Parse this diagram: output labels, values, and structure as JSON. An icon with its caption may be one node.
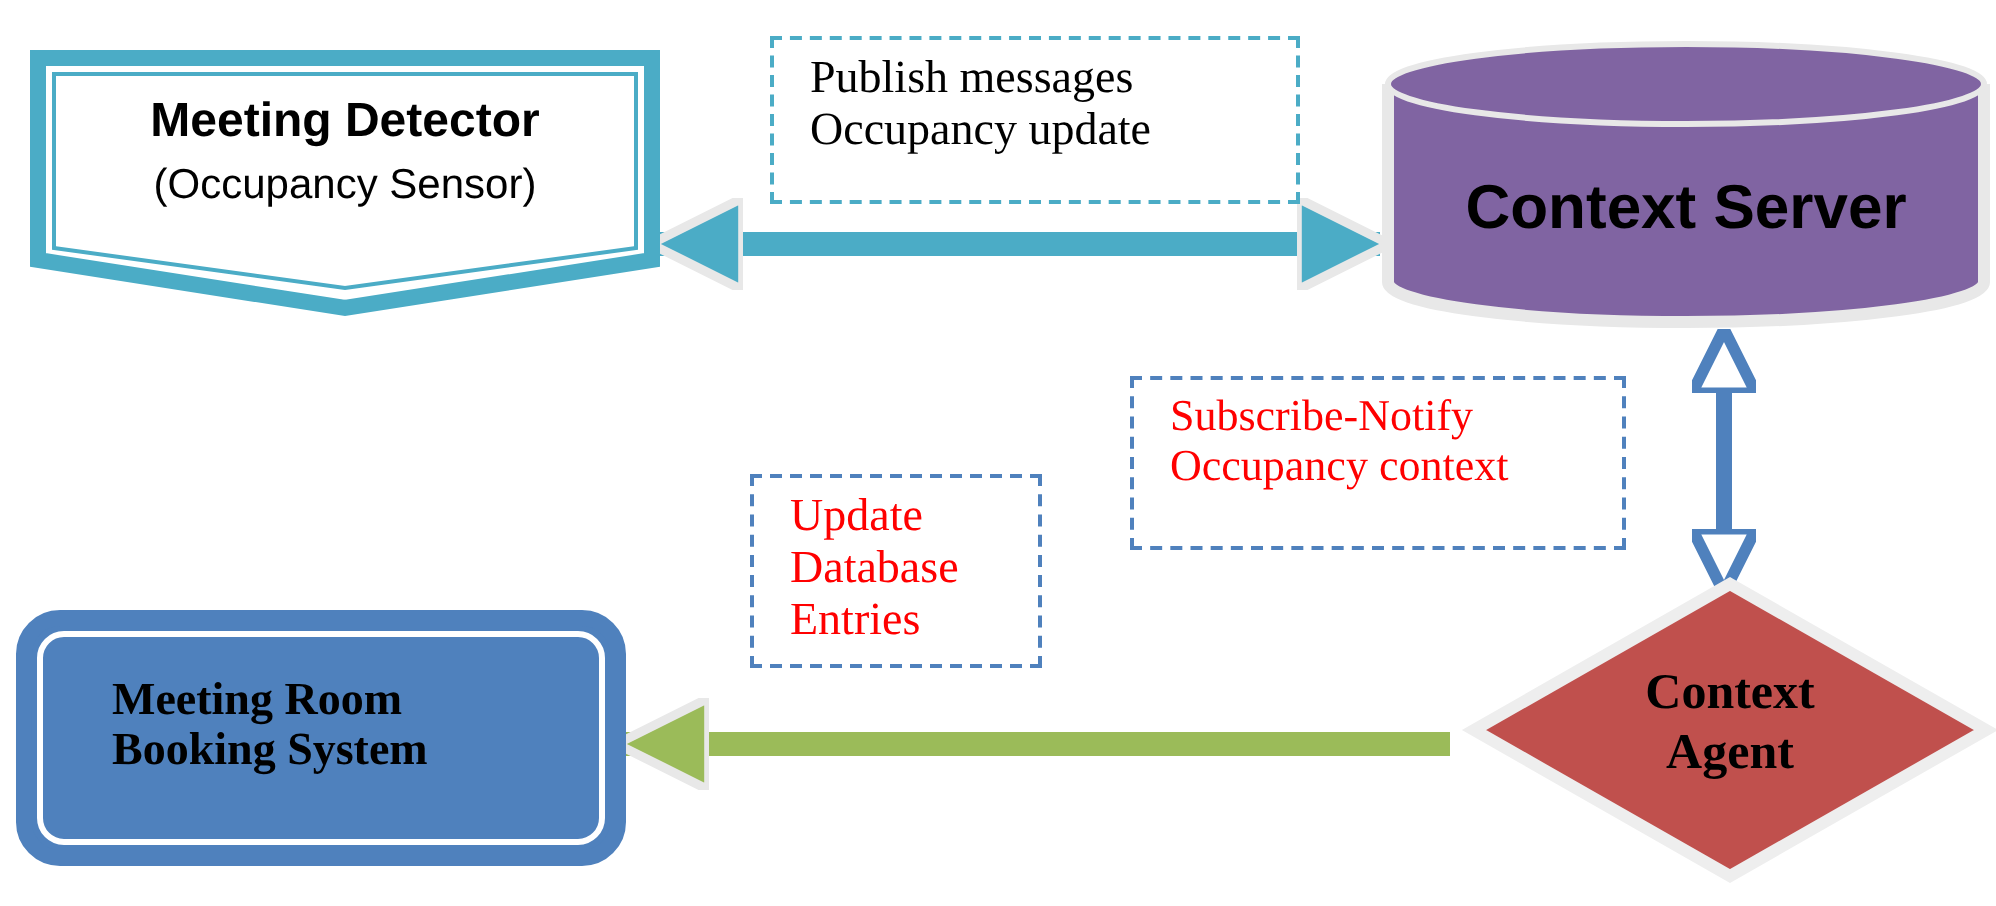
{
  "diagram": {
    "nodes": [
      {
        "text": [
          "Meeting Detector",
          "(Occupancy Sensor)"
        ]
      },
      {
        "text": [
          "Context Server"
        ]
      },
      {
        "text": [
          "Context Agent"
        ]
      },
      {
        "text": [
          "Meeting Room Booking System"
        ]
      }
    ],
    "edges": [
      {
        "from": 0,
        "to": 1,
        "arrow": "both",
        "label": "Publish messages Occupancy update",
        "color": "#4bacc6"
      },
      {
        "from": 1,
        "to": 2,
        "arrow": "both",
        "label": "Subscribe-Notify Occupancy context",
        "color": "#4f81bd"
      },
      {
        "from": 2,
        "to": 3,
        "arrow": "to",
        "label": "Update Database Entries",
        "color": "#9bbb59"
      }
    ]
  }
}
